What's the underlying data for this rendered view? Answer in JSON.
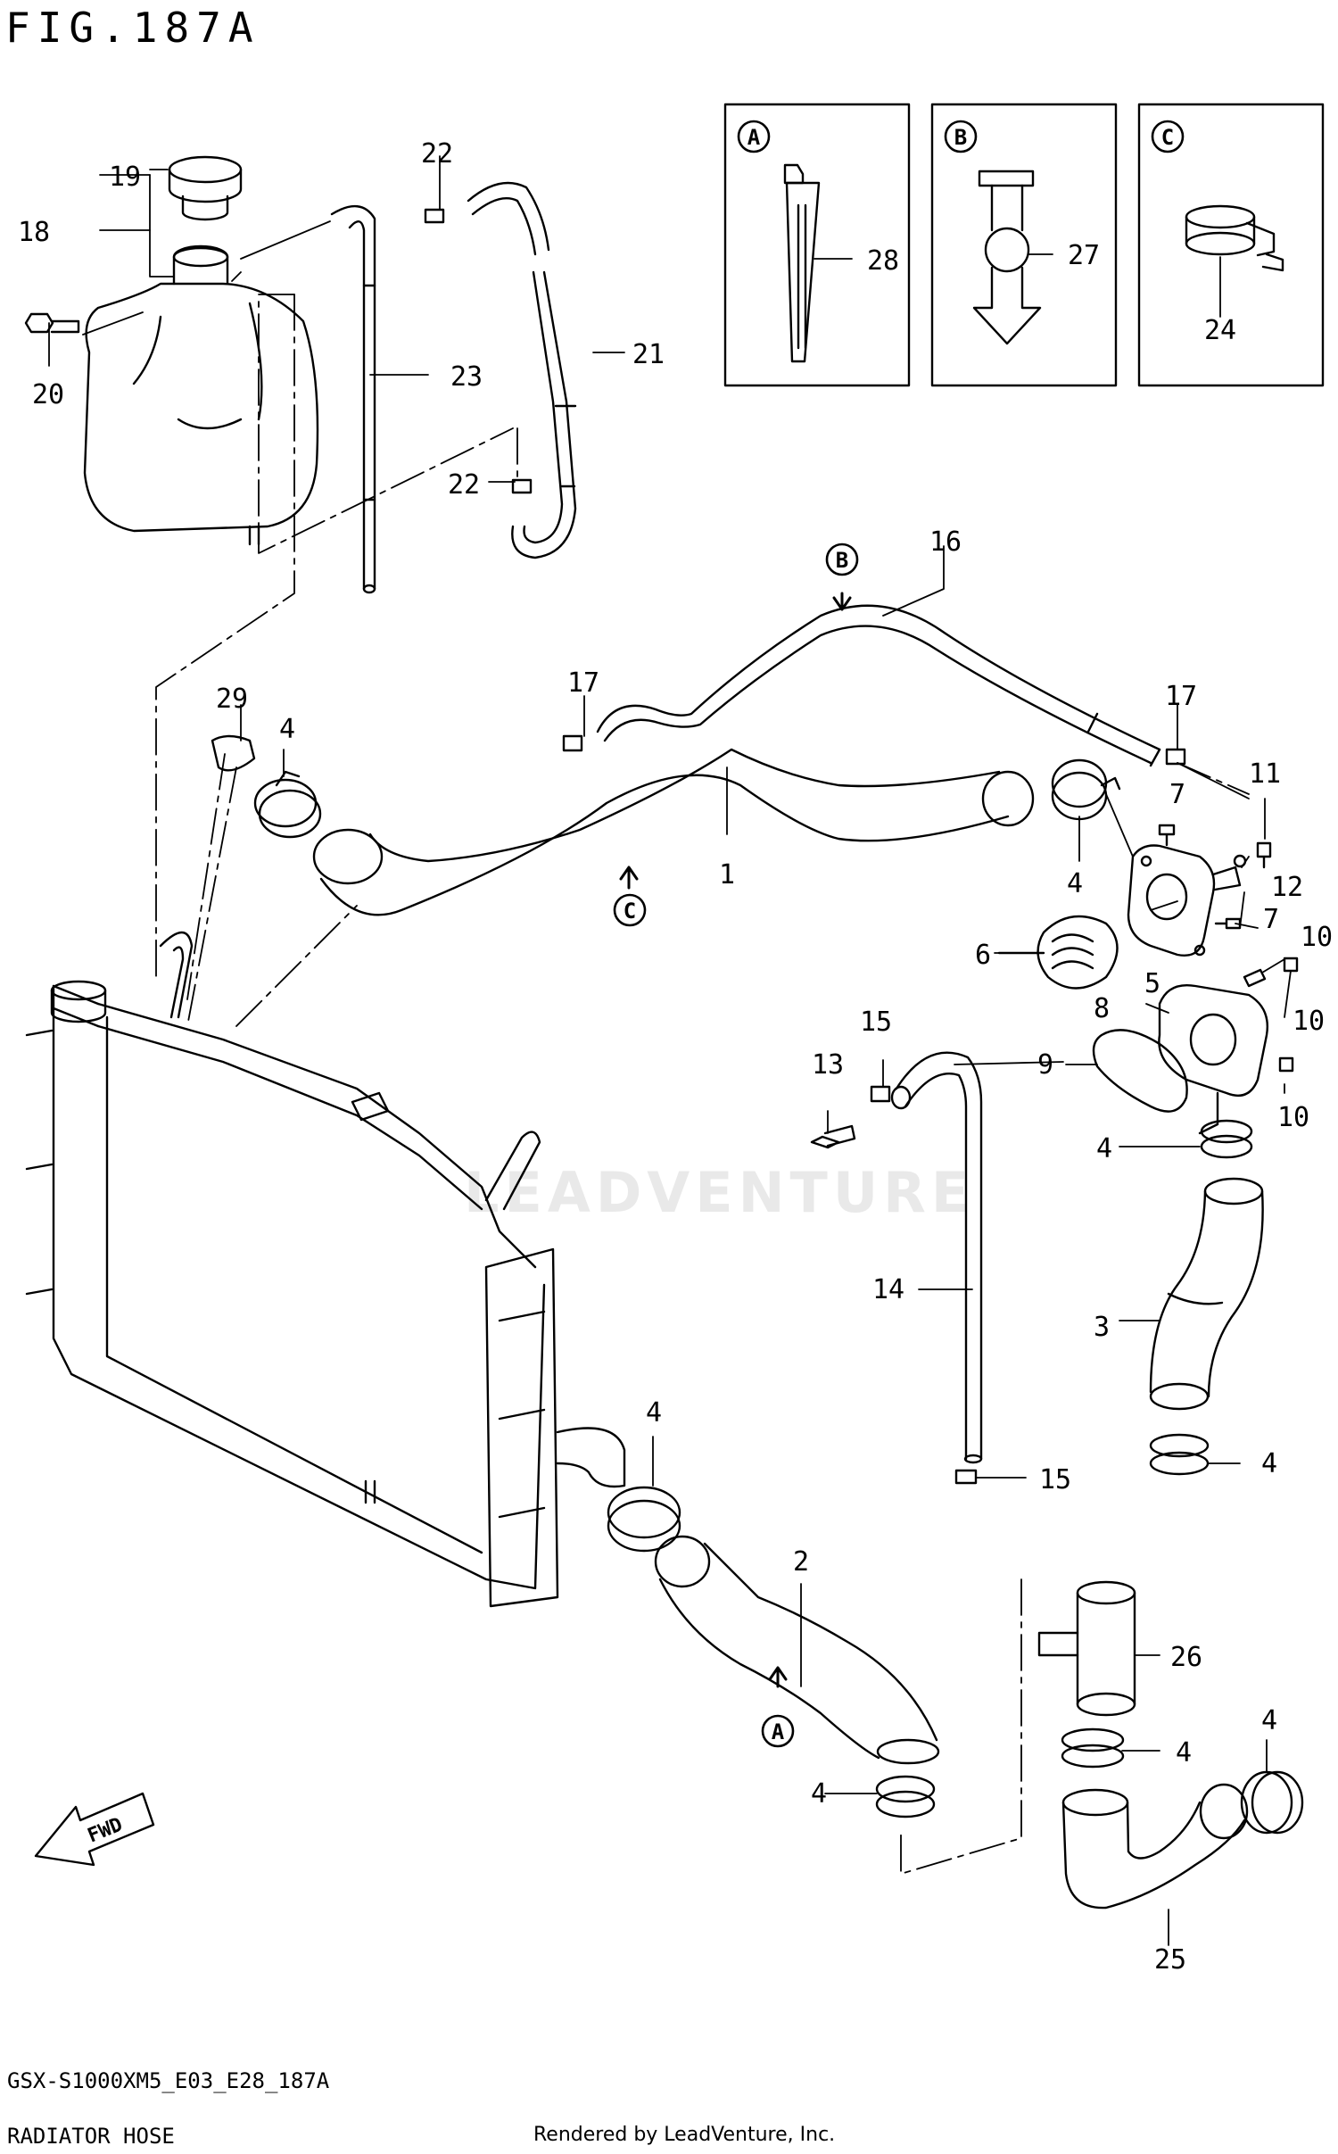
{
  "figure": {
    "title": "FIG.187A",
    "model_code": "GSX-S1000XM5_E03_E28_187A",
    "caption": "RADIATOR HOSE",
    "credit": "Rendered by LeadVenture, Inc.",
    "watermark": "LEADVENTURE"
  },
  "callouts": [
    {
      "id": "1",
      "label": "1"
    },
    {
      "id": "2",
      "label": "2"
    },
    {
      "id": "3",
      "label": "3"
    },
    {
      "id": "4a",
      "label": "4"
    },
    {
      "id": "4b",
      "label": "4"
    },
    {
      "id": "4c",
      "label": "4"
    },
    {
      "id": "4d",
      "label": "4"
    },
    {
      "id": "4e",
      "label": "4"
    },
    {
      "id": "4f",
      "label": "4"
    },
    {
      "id": "4g",
      "label": "4"
    },
    {
      "id": "4h",
      "label": "4"
    },
    {
      "id": "5",
      "label": "5"
    },
    {
      "id": "6",
      "label": "6"
    },
    {
      "id": "7a",
      "label": "7"
    },
    {
      "id": "7b",
      "label": "7"
    },
    {
      "id": "8",
      "label": "8"
    },
    {
      "id": "9",
      "label": "9"
    },
    {
      "id": "10a",
      "label": "10"
    },
    {
      "id": "10b",
      "label": "10"
    },
    {
      "id": "10c",
      "label": "10"
    },
    {
      "id": "11",
      "label": "11"
    },
    {
      "id": "12",
      "label": "12"
    },
    {
      "id": "13",
      "label": "13"
    },
    {
      "id": "14",
      "label": "14"
    },
    {
      "id": "15a",
      "label": "15"
    },
    {
      "id": "15b",
      "label": "15"
    },
    {
      "id": "16",
      "label": "16"
    },
    {
      "id": "17a",
      "label": "17"
    },
    {
      "id": "17b",
      "label": "17"
    },
    {
      "id": "18",
      "label": "18"
    },
    {
      "id": "19",
      "label": "19"
    },
    {
      "id": "20",
      "label": "20"
    },
    {
      "id": "21",
      "label": "21"
    },
    {
      "id": "22a",
      "label": "22"
    },
    {
      "id": "22b",
      "label": "22"
    },
    {
      "id": "23",
      "label": "23"
    },
    {
      "id": "24",
      "label": "24"
    },
    {
      "id": "25",
      "label": "25"
    },
    {
      "id": "26",
      "label": "26"
    },
    {
      "id": "27",
      "label": "27"
    },
    {
      "id": "28",
      "label": "28"
    },
    {
      "id": "29",
      "label": "29"
    }
  ],
  "detail_boxes": [
    {
      "marker": "A",
      "part": "28"
    },
    {
      "marker": "B",
      "part": "27"
    },
    {
      "marker": "C",
      "part": "24"
    }
  ],
  "markers": {
    "a": "A",
    "b": "B",
    "c": "C",
    "fwd": "FWD"
  }
}
